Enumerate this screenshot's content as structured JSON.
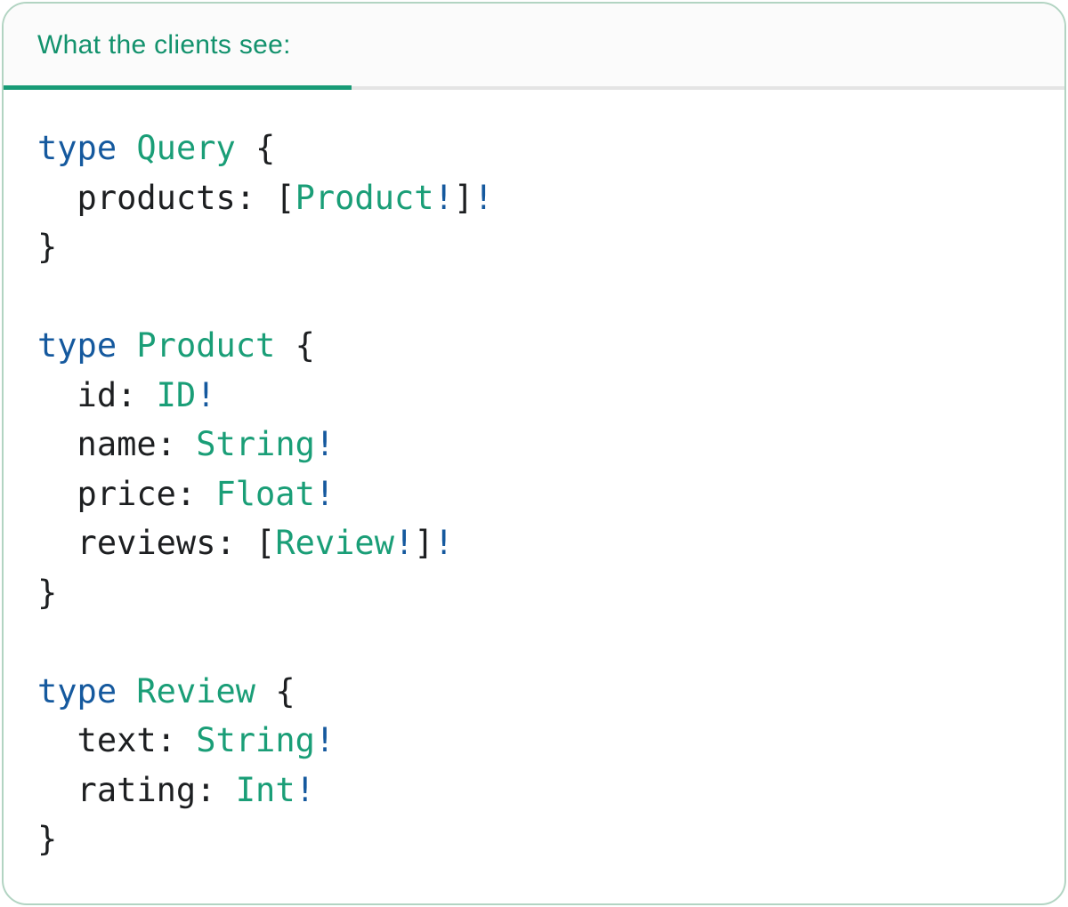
{
  "tab": {
    "label": "What the clients see:"
  },
  "colors": {
    "header_green": "#13926D",
    "underline_green": "#189B76",
    "underline_gray": "#E4E4E4",
    "tabbar_bg": "#FBFBFB",
    "card_border": "#B2D4C2",
    "card_bg": "#FFFFFF",
    "keyword_blue": "#15599E",
    "type_green": "#1A9E77",
    "bang_blue": "#15599E",
    "plain_dark": "#1D1F21"
  },
  "code": {
    "lines": [
      [
        {
          "t": "type",
          "c": "kw"
        },
        {
          "t": " ",
          "c": "pl"
        },
        {
          "t": "Query",
          "c": "ty"
        },
        {
          "t": " {",
          "c": "pl"
        }
      ],
      [
        {
          "t": "  products: [",
          "c": "pl"
        },
        {
          "t": "Product",
          "c": "ty"
        },
        {
          "t": "!",
          "c": "bn"
        },
        {
          "t": "]",
          "c": "pl"
        },
        {
          "t": "!",
          "c": "bn"
        }
      ],
      [
        {
          "t": "}",
          "c": "pl"
        }
      ],
      [],
      [
        {
          "t": "type",
          "c": "kw"
        },
        {
          "t": " ",
          "c": "pl"
        },
        {
          "t": "Product",
          "c": "ty"
        },
        {
          "t": " {",
          "c": "pl"
        }
      ],
      [
        {
          "t": "  id: ",
          "c": "pl"
        },
        {
          "t": "ID",
          "c": "ty"
        },
        {
          "t": "!",
          "c": "bn"
        }
      ],
      [
        {
          "t": "  name: ",
          "c": "pl"
        },
        {
          "t": "String",
          "c": "ty"
        },
        {
          "t": "!",
          "c": "bn"
        }
      ],
      [
        {
          "t": "  price: ",
          "c": "pl"
        },
        {
          "t": "Float",
          "c": "ty"
        },
        {
          "t": "!",
          "c": "bn"
        }
      ],
      [
        {
          "t": "  reviews: [",
          "c": "pl"
        },
        {
          "t": "Review",
          "c": "ty"
        },
        {
          "t": "!",
          "c": "bn"
        },
        {
          "t": "]",
          "c": "pl"
        },
        {
          "t": "!",
          "c": "bn"
        }
      ],
      [
        {
          "t": "}",
          "c": "pl"
        }
      ],
      [],
      [
        {
          "t": "type",
          "c": "kw"
        },
        {
          "t": " ",
          "c": "pl"
        },
        {
          "t": "Review",
          "c": "ty"
        },
        {
          "t": " {",
          "c": "pl"
        }
      ],
      [
        {
          "t": "  text: ",
          "c": "pl"
        },
        {
          "t": "String",
          "c": "ty"
        },
        {
          "t": "!",
          "c": "bn"
        }
      ],
      [
        {
          "t": "  rating: ",
          "c": "pl"
        },
        {
          "t": "Int",
          "c": "ty"
        },
        {
          "t": "!",
          "c": "bn"
        }
      ],
      [
        {
          "t": "}",
          "c": "pl"
        }
      ]
    ]
  }
}
